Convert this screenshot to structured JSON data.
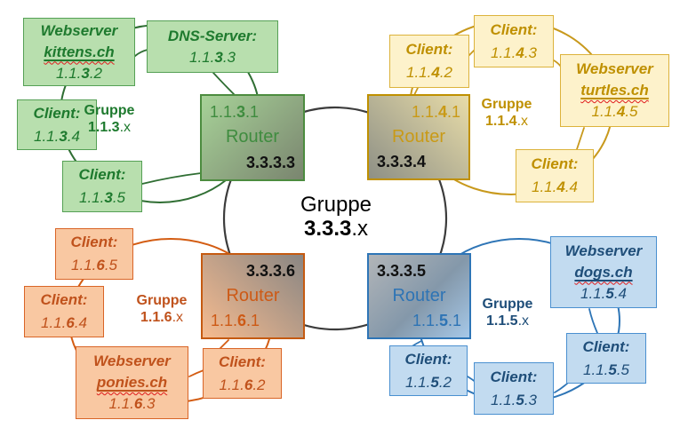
{
  "center_label": {
    "line1": "Gruppe",
    "net": "3.3.3",
    "suffix": ".x"
  },
  "colors": {
    "green": {
      "fill": "#b8dfae",
      "border": "#55a055",
      "text": "#1e7a2e",
      "ring": "#2f6e33"
    },
    "yellow": {
      "fill": "#fdf2cb",
      "border": "#dcb33c",
      "text": "#bf9000",
      "ring": "#c8991c"
    },
    "orange": {
      "fill": "#f9c8a2",
      "border": "#d96527",
      "text": "#c0521c",
      "ring": "#d35c12"
    },
    "blue": {
      "fill": "#c2dbf0",
      "border": "#4a90d0",
      "text": "#1f4e79",
      "ring": "#2e75b6"
    },
    "backbone_ring": "#3c3c3c",
    "spellcheck_underline": "#e01b1b"
  },
  "groups": {
    "green": {
      "label": {
        "word": "Gruppe",
        "net": "1.1.3",
        "suffix": ".x"
      },
      "router": {
        "local_pre": "1.1.",
        "local_octet": "3",
        "local_post": ".1",
        "word": "Router",
        "global_pre": "3.3.3.",
        "global_octet": "3"
      },
      "nodes": {
        "kittens": {
          "type": "Webserver",
          "domain": "kittens.ch",
          "ip_pre": "1.1.",
          "ip_octet": "3",
          "ip_post": ".2"
        },
        "dns": {
          "type": "DNS-Server:",
          "ip_pre": "1.1.",
          "ip_octet": "3",
          "ip_post": ".3"
        },
        "c4": {
          "type": "Client:",
          "ip_pre": "1.1.",
          "ip_octet": "3",
          "ip_post": ".4"
        },
        "c5": {
          "type": "Client:",
          "ip_pre": "1.1.",
          "ip_octet": "3",
          "ip_post": ".5"
        }
      }
    },
    "yellow": {
      "label": {
        "word": "Gruppe",
        "net": "1.1.4",
        "suffix": ".x"
      },
      "router": {
        "local_pre": "1.1.",
        "local_octet": "4",
        "local_post": ".1",
        "word": "Router",
        "global_pre": "3.3.3.",
        "global_octet": "4"
      },
      "nodes": {
        "c2": {
          "type": "Client:",
          "ip_pre": "1.1.",
          "ip_octet": "4",
          "ip_post": ".2"
        },
        "c3": {
          "type": "Client:",
          "ip_pre": "1.1.",
          "ip_octet": "4",
          "ip_post": ".3"
        },
        "turtles": {
          "type": "Webserver",
          "domain": "turtles.ch",
          "ip_pre": "1.1.",
          "ip_octet": "4",
          "ip_post": ".5"
        },
        "c4": {
          "type": "Client:",
          "ip_pre": "1.1.",
          "ip_octet": "4",
          "ip_post": ".4"
        }
      }
    },
    "orange": {
      "label": {
        "word": "Gruppe",
        "net": "1.1.6",
        "suffix": ".x"
      },
      "router": {
        "local_pre": "1.1.",
        "local_octet": "6",
        "local_post": ".1",
        "word": "Router",
        "global_pre": "3.3.3.",
        "global_octet": "6"
      },
      "nodes": {
        "c5": {
          "type": "Client:",
          "ip_pre": "1.1.",
          "ip_octet": "6",
          "ip_post": ".5"
        },
        "c4": {
          "type": "Client:",
          "ip_pre": "1.1.",
          "ip_octet": "6",
          "ip_post": ".4"
        },
        "ponies": {
          "type": "Webserver",
          "domain": "ponies.ch",
          "ip_pre": "1.1.",
          "ip_octet": "6",
          "ip_post": ".3"
        },
        "c2": {
          "type": "Client:",
          "ip_pre": "1.1.",
          "ip_octet": "6",
          "ip_post": ".2"
        }
      }
    },
    "blue": {
      "label": {
        "word": "Gruppe",
        "net": "1.1.5",
        "suffix": ".x"
      },
      "router": {
        "local_pre": "1.1.",
        "local_octet": "5",
        "local_post": ".1",
        "word": "Router",
        "global_pre": "3.3.3.",
        "global_octet": "5"
      },
      "nodes": {
        "dogs": {
          "type": "Webserver",
          "domain": "dogs.ch",
          "ip_pre": "1.1.",
          "ip_octet": "5",
          "ip_post": ".4"
        },
        "c5": {
          "type": "Client:",
          "ip_pre": "1.1.",
          "ip_octet": "5",
          "ip_post": ".5"
        },
        "c3": {
          "type": "Client:",
          "ip_pre": "1.1.",
          "ip_octet": "5",
          "ip_post": ".3"
        },
        "c2": {
          "type": "Client:",
          "ip_pre": "1.1.",
          "ip_octet": "5",
          "ip_post": ".2"
        }
      }
    }
  }
}
